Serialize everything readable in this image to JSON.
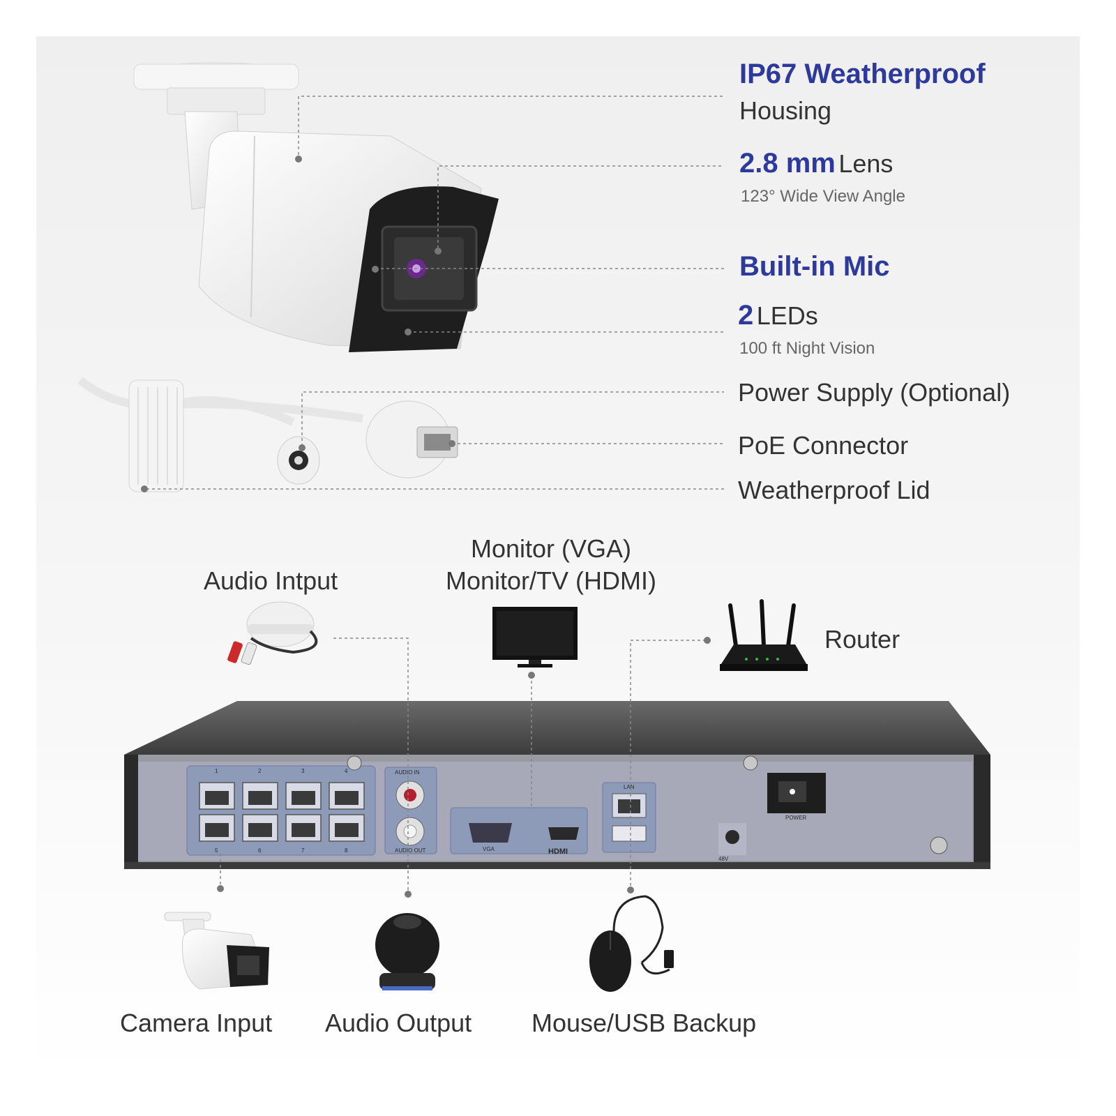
{
  "colors": {
    "accent": "#2d3a9c",
    "text": "#333333",
    "subtext": "#666666",
    "leader": "#888888"
  },
  "features": {
    "weatherproof_title": "IP67 Weatherproof",
    "weatherproof_sub": "Housing",
    "lens_value": "2.8 mm",
    "lens_label": "Lens",
    "lens_sub": "123° Wide View Angle",
    "mic": "Built-in Mic",
    "leds_value": "2",
    "leds_label": "LEDs",
    "leds_sub": "100 ft Night Vision",
    "power": "Power Supply (Optional)",
    "poe": "PoE Connector",
    "lid": "Weatherproof Lid"
  },
  "connections": {
    "audio_input": "Audio Intput",
    "monitor_vga": "Monitor (VGA)",
    "monitor_hdmi": "Monitor/TV (HDMI)",
    "router": "Router",
    "camera_input": "Camera Input",
    "audio_output": "Audio Output",
    "mouse_usb": "Mouse/USB Backup"
  },
  "nvr_panel": {
    "audio_in": "AUDIO IN",
    "audio_out": "AUDIO OUT",
    "vga": "VGA",
    "hdmi": "HDMI",
    "lan": "LAN",
    "power": "POWER",
    "dc": "48V",
    "port_numbers_top": [
      "1",
      "2",
      "3",
      "4"
    ],
    "port_numbers_bottom": [
      "5",
      "6",
      "7",
      "8"
    ]
  },
  "icons": [
    "bullet-camera-icon",
    "cable-icon",
    "microphone-icon",
    "monitor-icon",
    "router-icon",
    "nvr-icon",
    "speaker-icon",
    "mouse-icon"
  ]
}
